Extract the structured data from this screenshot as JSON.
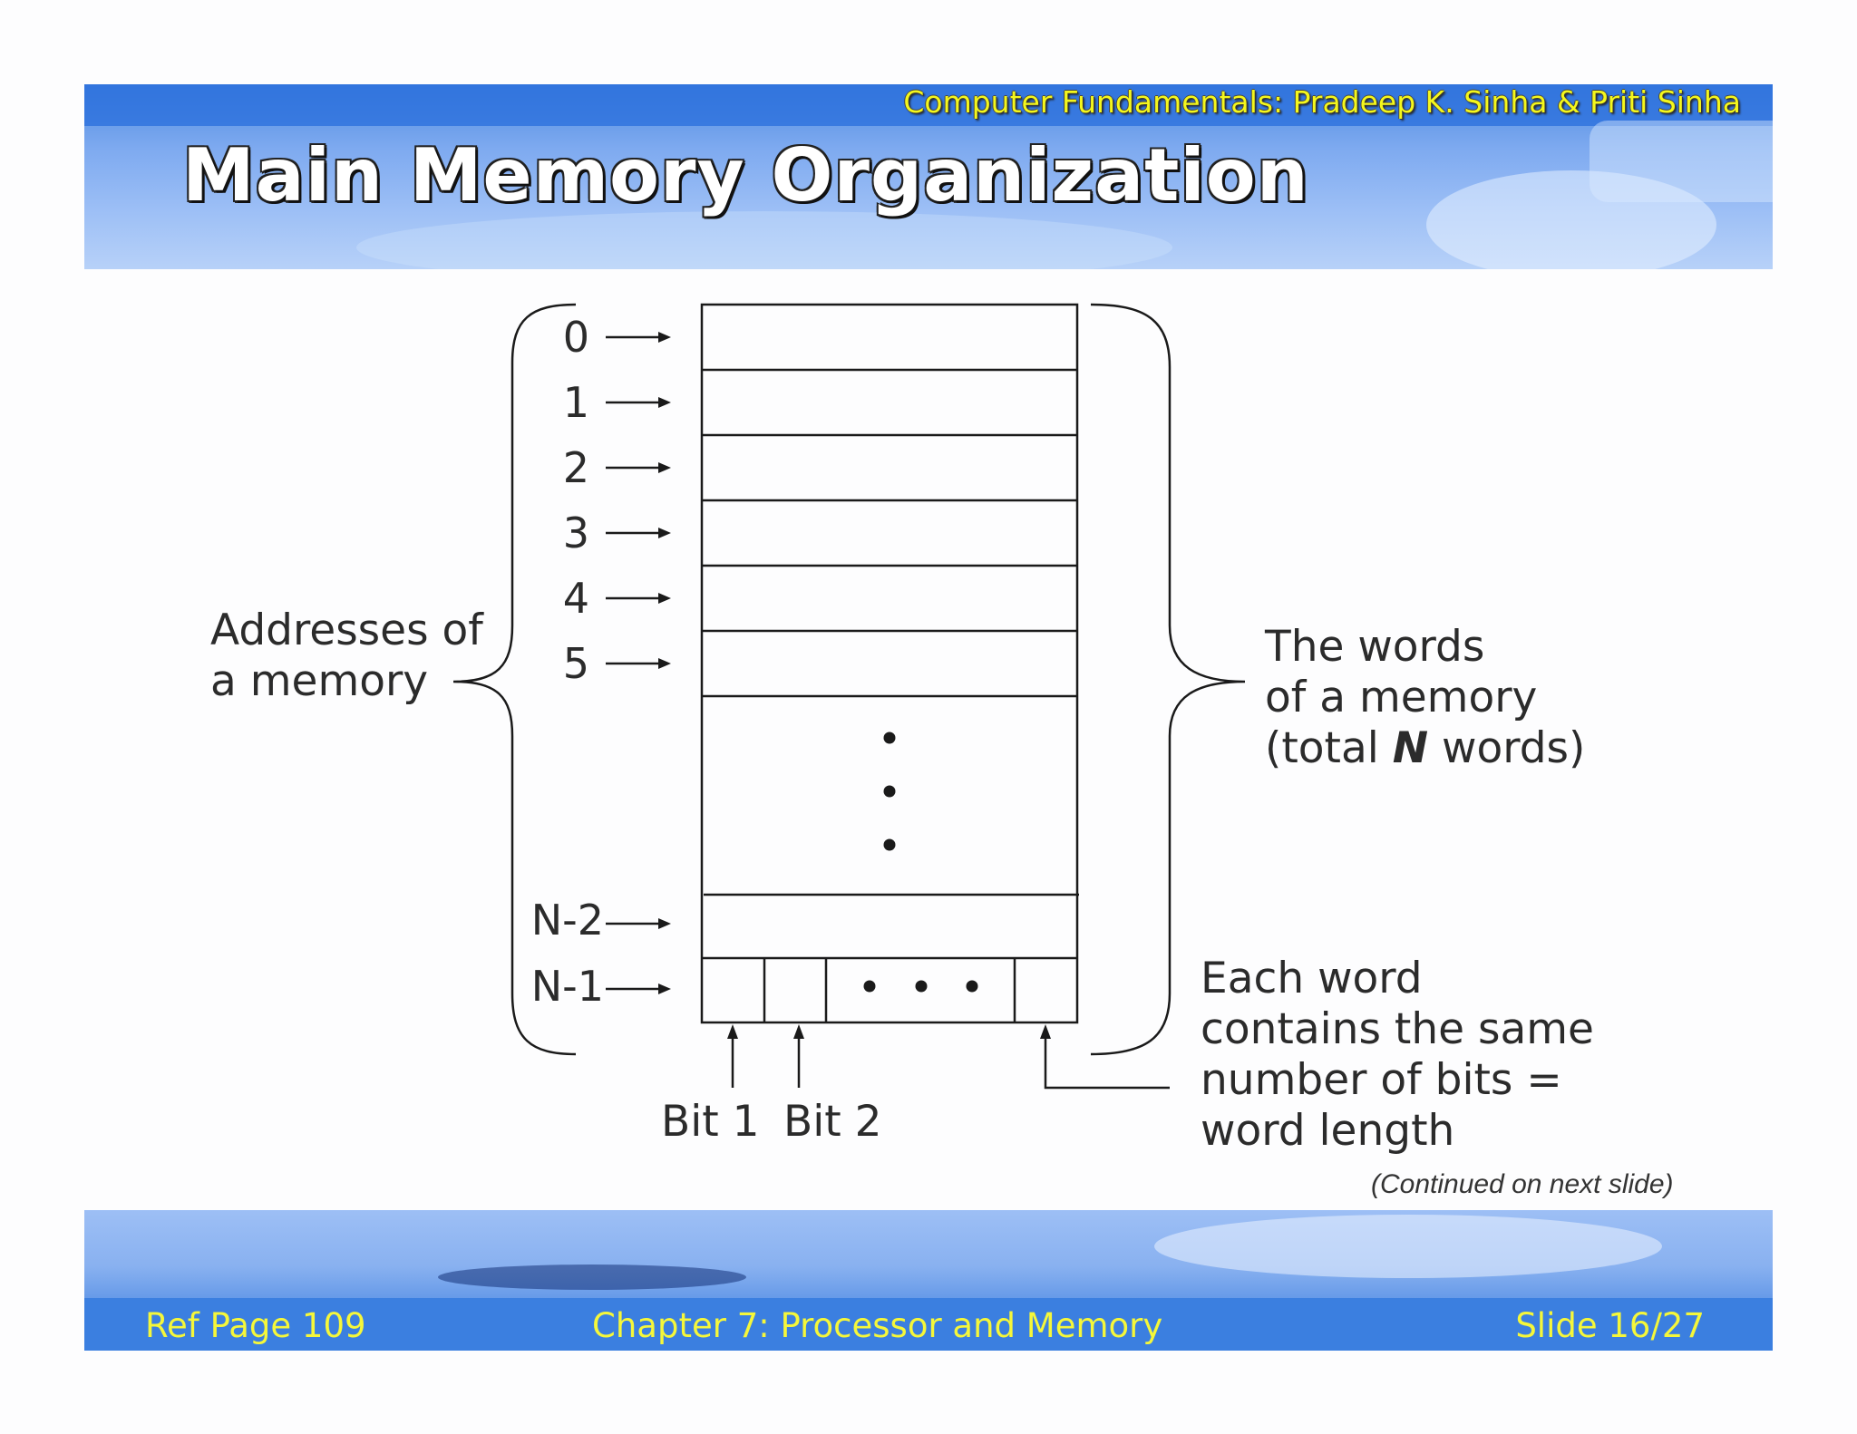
{
  "header": {
    "subtitle": "Computer Fundamentals: Pradeep K. Sinha & Priti Sinha",
    "title": "Main Memory Organization"
  },
  "diagram": {
    "addresses": [
      "0",
      "1",
      "2",
      "3",
      "4",
      "5",
      "N-2",
      "N-1"
    ],
    "left_brace_label": [
      "Addresses of",
      "a memory"
    ],
    "right_brace_label": {
      "line1": "The words",
      "line2": "of a memory",
      "line3_prefix": "(total ",
      "line3_bold": "N",
      "line3_suffix": " words)"
    },
    "bit_labels": [
      "Bit 1",
      "Bit 2"
    ],
    "word_note": [
      "Each word",
      "contains the same",
      "number of bits =",
      "word length"
    ]
  },
  "continued": "(Continued on next slide)",
  "footer": {
    "ref_page": "Ref Page  109",
    "chapter": "Chapter 7: Processor and Memory",
    "slide": "Slide 16/27"
  },
  "colors": {
    "banner_blue": "#3b7fe0",
    "banner_text_yellow": "#f5f73a",
    "title_white": "#ffffff"
  }
}
